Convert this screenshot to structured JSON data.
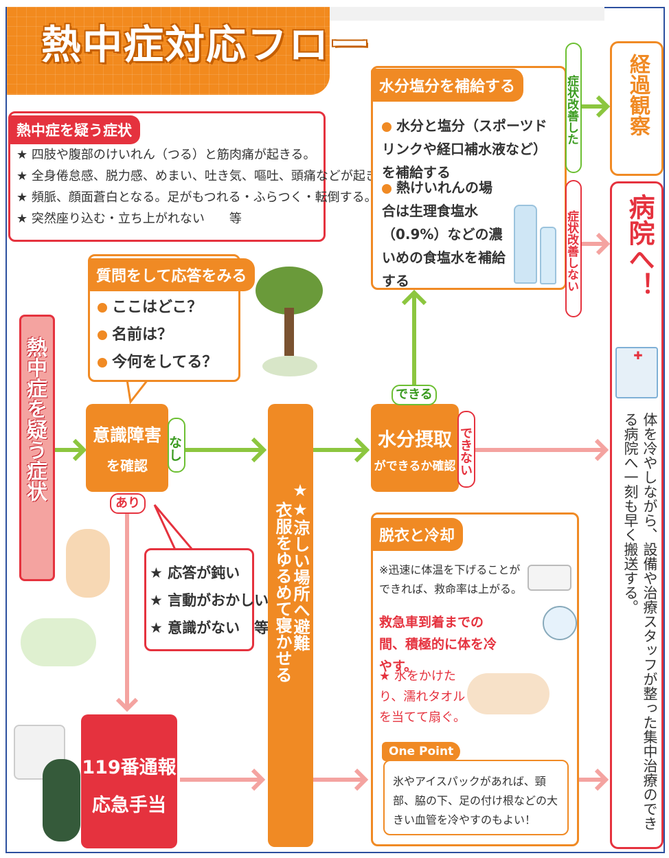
{
  "title": "熱中症対応フロー",
  "symptoms": {
    "label": "熱中症を疑う症状",
    "items": [
      "★ 四肢や腹部のけいれん（つる）と筋肉痛が起きる。",
      "★ 全身倦怠感、脱力感、めまい、吐き気、嘔吐、頭痛などが起きる。",
      "★ 頻脈、顔面蒼白となる。足がもつれる・ふらつく・転倒する。",
      "★ 突然座り込む・立ち上がれない　　等"
    ]
  },
  "question": {
    "label": "質問をして応答をみる",
    "items": [
      "ここはどこ？",
      "名前は？",
      "今何をしてる？"
    ]
  },
  "start_node": "熱中症を疑う症状",
  "consciousness": {
    "line1": "意識障害",
    "line2": "を確認",
    "no": "なし",
    "yes": "あり"
  },
  "yes_signs": {
    "items": [
      "★ 応答が鈍い",
      "★ 言動がおかしい",
      "★ 意識がない　等"
    ]
  },
  "shade": {
    "col1": "★★涼しい場所へ避難",
    "col2": "衣服をゆるめて寝かせる"
  },
  "water_check": {
    "line1": "水分摂取",
    "line2": "ができるか確認",
    "can": "できる",
    "cannot": "できない"
  },
  "hydration": {
    "label": "水分塩分を補給する",
    "item1": "水分と塩分（スポーツドリンクや経口補水液など）を補給する",
    "item2": "熱けいれんの場合は生理食塩水（0.9%）などの濃いめの食塩水を補給する"
  },
  "improved": "症状改善した",
  "not_improved": "症状改善しない",
  "observe": "経過観察",
  "hospital": "病院へ！",
  "hospital_note": "体を冷やしながら、設備や治療スタッフが整った集中治療のできる病院へ一刻も早く搬送する。",
  "emergency": {
    "line1": "119番通報",
    "line2": "応急手当"
  },
  "cooling": {
    "label": "脱衣と冷却",
    "note": "※迅速に体温を下げることができれば、救命率は上がる。",
    "emphasis": "救急車到着までの間、積極的に体を冷やす。",
    "tip": "★ 水をかけたり、濡れタオルを当てて扇ぐ。",
    "onepoint_label": "One Point",
    "onepoint_text": "氷やアイスパックがあれば、頸部、脇の下、足の付け根などの大きい血管を冷やすのもよい！"
  },
  "colors": {
    "orange": "#f08a24",
    "red": "#e5323e",
    "green": "#8cc63f",
    "pink": "#f4a3a0",
    "blue_border": "#2b4f9e"
  }
}
